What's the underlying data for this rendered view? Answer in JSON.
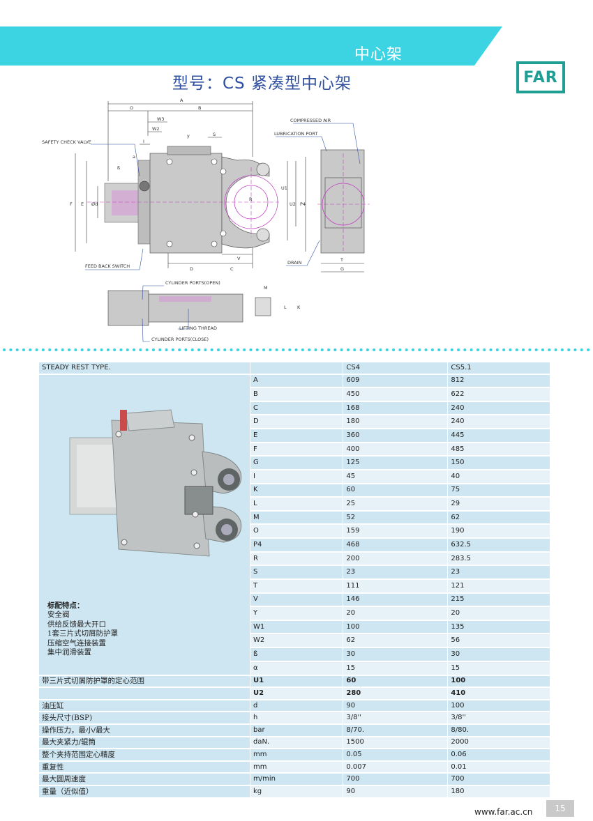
{
  "header": {
    "section": "中心架",
    "title": "型号：CS  紧凑型中心架",
    "logo": "FAR"
  },
  "drawing": {
    "callouts": [
      "SAFETY CHECK VALVE",
      "COMPRESSED AIR",
      "LUBRICATION PORT",
      "FEED BACK SWITCH",
      "DRAIN",
      "CYLINDER PORTS(OPEN)",
      "LIFTING THREAD",
      "CYLINDER PORTS(CLOSE)"
    ],
    "dims": {
      "A": "A",
      "O": "O",
      "B": "B",
      "W3": "W3",
      "W2": "W2",
      "Y": "y",
      "S": "S",
      "I": "I",
      "alpha": "a",
      "beta": "ß",
      "F": "F",
      "E": "E",
      "d": "Ød",
      "U1": "U1",
      "U2": "U2",
      "P4": "P4",
      "D": "D",
      "C": "C",
      "V": "V",
      "T": "T",
      "G": "G",
      "M": "M",
      "L": "L",
      "K": "K",
      "R": "R"
    }
  },
  "table": {
    "header": {
      "label": "STEADY REST TYPE.",
      "col1": "CS4",
      "col2": "CS5.1"
    },
    "rows": [
      {
        "p": "A",
        "a": "609",
        "b": "812"
      },
      {
        "p": "B",
        "a": "450",
        "b": "622"
      },
      {
        "p": "C",
        "a": "168",
        "b": "240"
      },
      {
        "p": "D",
        "a": "180",
        "b": "240"
      },
      {
        "p": "E",
        "a": "360",
        "b": "445"
      },
      {
        "p": "F",
        "a": "400",
        "b": "485"
      },
      {
        "p": "G",
        "a": "125",
        "b": "150"
      },
      {
        "p": "I",
        "a": "45",
        "b": "40"
      },
      {
        "p": "K",
        "a": "60",
        "b": "75"
      },
      {
        "p": "L",
        "a": "25",
        "b": "29"
      },
      {
        "p": "M",
        "a": "52",
        "b": "62"
      },
      {
        "p": "O",
        "a": "159",
        "b": "190"
      },
      {
        "p": "P4",
        "a": "468",
        "b": "632.5"
      },
      {
        "p": "R",
        "a": "200",
        "b": "283.5"
      },
      {
        "p": "S",
        "a": "23",
        "b": "23"
      },
      {
        "p": "T",
        "a": "111",
        "b": "121"
      },
      {
        "p": "V",
        "a": "146",
        "b": "215"
      },
      {
        "p": "Y",
        "a": "20",
        "b": "20"
      },
      {
        "p": "W1",
        "a": "100",
        "b": "135"
      },
      {
        "p": "W2",
        "a": "62",
        "b": "56"
      },
      {
        "p": "ß",
        "a": "30",
        "b": "30"
      },
      {
        "p": "α",
        "a": "15",
        "b": "15"
      }
    ],
    "features_title": "标配特点：",
    "features": [
      "安全阀",
      "供给反馈最大开口",
      "1套三片式切屑防护罩",
      "压缩空气连接装置",
      "集中润滑装置"
    ],
    "range_label": "带三片式切屑防护罩的定心范围",
    "range_rows": [
      {
        "p": "U1",
        "a": "60",
        "b": "100"
      },
      {
        "p": "U2",
        "a": "280",
        "b": "410"
      }
    ],
    "extra_rows": [
      {
        "label": "油压缸",
        "p": "d",
        "a": "90",
        "b": "100"
      },
      {
        "label": "接头尺寸(BSP)",
        "p": "h",
        "a": "3/8''",
        "b": "3/8''"
      },
      {
        "label": "操作压力，最小/最大",
        "p": "bar",
        "a": "8/70.",
        "b": "8/80."
      },
      {
        "label": "最大夹紧力/辊筒",
        "p": "daN.",
        "a": "1500",
        "b": "2000"
      },
      {
        "label": "整个夹持范围定心精度",
        "p": "mm",
        "a": "0.05",
        "b": "0.06"
      },
      {
        "label": "重复性",
        "p": "mm",
        "a": "0.007",
        "b": "0.01"
      },
      {
        "label": "最大圆周速度",
        "p": "m/min",
        "a": "700",
        "b": "700"
      },
      {
        "label": "重量（近似值）",
        "p": "kg",
        "a": "90",
        "b": "180"
      }
    ]
  },
  "footer": {
    "url": "www.far.ac.cn",
    "page": "15"
  },
  "colors": {
    "banner": "#3cd3e3",
    "title": "#2e4fa0",
    "logo": "#1f9e93",
    "table_dark": "#cde6f2",
    "table_light": "#e7f2f8",
    "dots": "#3cd3e3"
  }
}
